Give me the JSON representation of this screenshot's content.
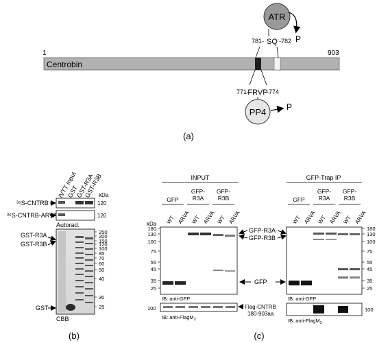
{
  "panel_a": {
    "label": "(a)",
    "protein": "Centrobin",
    "start": "1",
    "end": "903",
    "atr": {
      "kinase": "ATR",
      "motif": "SQ",
      "from": "781-",
      "to": "-782",
      "product": "P"
    },
    "pp4": {
      "phosphatase": "PP4",
      "motif": "FRVP",
      "from": "771-",
      "to": "-774",
      "product": "P"
    }
  },
  "panel_b": {
    "label": "(b)",
    "lanes": [
      "IVTT Input",
      "GST",
      "GST-R3A",
      "GST-R3B"
    ],
    "kda_unit": "kDa",
    "blot1_label": "³⁵S-CNTRB",
    "blot1_kda": "120",
    "blot2_label": "³⁵S-CNTRB-ARVA",
    "blot2_kda": "120",
    "autorad_label": "Autorad.",
    "gel_labels": [
      "GST-R3A",
      "GST-R3B"
    ],
    "gst_label": "GST",
    "cbb_label": "CBB",
    "markers": [
      "250",
      "200",
      "150",
      "120",
      "100",
      "85",
      "70",
      "60",
      "50",
      "40",
      "30",
      "25"
    ]
  },
  "panel_c": {
    "label": "(c)",
    "input_title": "INPUT",
    "ip_title": "GFP-Trap IP",
    "groups": [
      {
        "name": "GFP",
        "lanes": [
          "WT",
          "ARVA"
        ]
      },
      {
        "name": "GFP-\nR3A",
        "lanes": [
          "WT",
          "ARVA"
        ]
      },
      {
        "name": "GFP-\nR3B",
        "lanes": [
          "WT",
          "ARVA"
        ]
      }
    ],
    "kda_unit": "kDa",
    "markers": [
      "180",
      "130",
      "100",
      "75",
      "55",
      "45",
      "35",
      "25"
    ],
    "arrow_labels": [
      "GFP-R3A",
      "GFP-R3B",
      "GFP"
    ],
    "ib_gfp": "IB: anti-GFP",
    "ib_flag": "IB: anti-FlagM",
    "ib_flag_sub": "2",
    "flag_label_1": "Flag-CNTRB",
    "flag_label_2": "180-903aa",
    "flag_kda": "100"
  }
}
